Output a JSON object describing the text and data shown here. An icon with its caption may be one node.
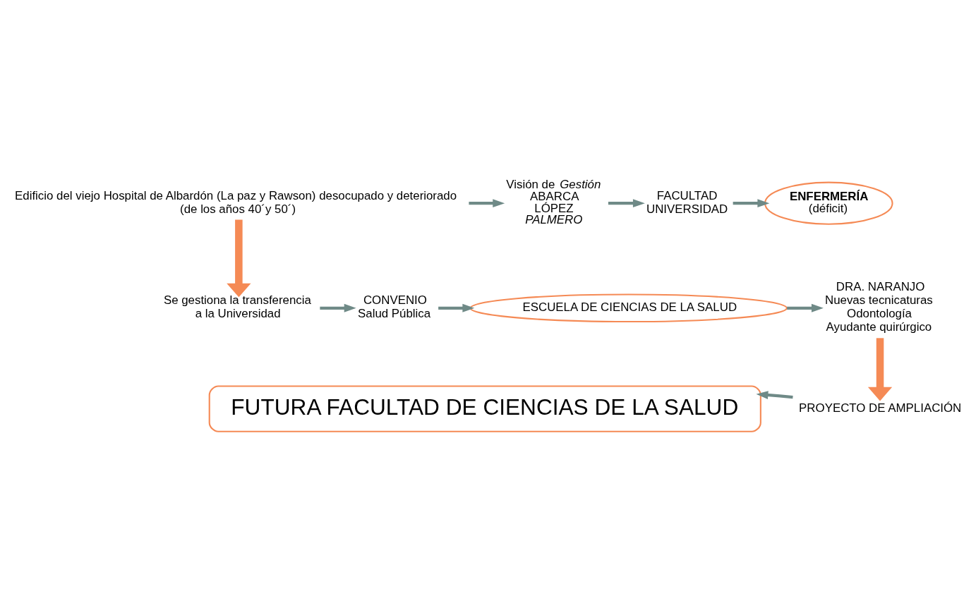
{
  "diagram": {
    "nodes": [
      {
        "text": [
          "Edificio del viejo Hospital de Albardón (La paz y Rawson) desocupado y deteriorado",
          "(de los años 40´y 50´)"
        ]
      },
      {
        "text": [
          "Visión de *Gestión*",
          "ABARCA",
          "LÓPEZ",
          "PALMERO"
        ]
      },
      {
        "text": [
          "FACULTAD",
          "UNIVERSIDAD"
        ]
      },
      {
        "text": [
          "ENFERMERÍA",
          "(déficit)"
        ]
      },
      {
        "text": [
          "Se gestiona la transferencia",
          "a la Universidad"
        ]
      },
      {
        "text": [
          "CONVENIO",
          "Salud Pública"
        ]
      },
      {
        "text": [
          "ESCUELA DE CIENCIAS DE LA SALUD"
        ]
      },
      {
        "text": [
          "DRA. NARANJO",
          "Nuevas tecnicaturas",
          "Odontología",
          "Ayudante quirúrgico"
        ]
      },
      {
        "text": [
          "PROYECTO DE AMPLIACIÓN"
        ]
      },
      {
        "text": [
          "FUTURA FACULTAD DE CIENCIAS DE LA SALUD"
        ]
      }
    ],
    "edges": [
      {
        "from": 0,
        "to": 1,
        "arrow": "to"
      },
      {
        "from": 1,
        "to": 2,
        "arrow": "to"
      },
      {
        "from": 2,
        "to": 3,
        "arrow": "to"
      },
      {
        "from": 0,
        "to": 4,
        "arrow": "to",
        "style": "thick",
        "color": "#f58a55"
      },
      {
        "from": 4,
        "to": 5,
        "arrow": "to"
      },
      {
        "from": 5,
        "to": 6,
        "arrow": "to"
      },
      {
        "from": 6,
        "to": 7,
        "arrow": "to"
      },
      {
        "from": 7,
        "to": 8,
        "arrow": "to",
        "style": "thick",
        "color": "#f58a55"
      },
      {
        "from": 8,
        "to": 9,
        "arrow": "to"
      }
    ]
  }
}
